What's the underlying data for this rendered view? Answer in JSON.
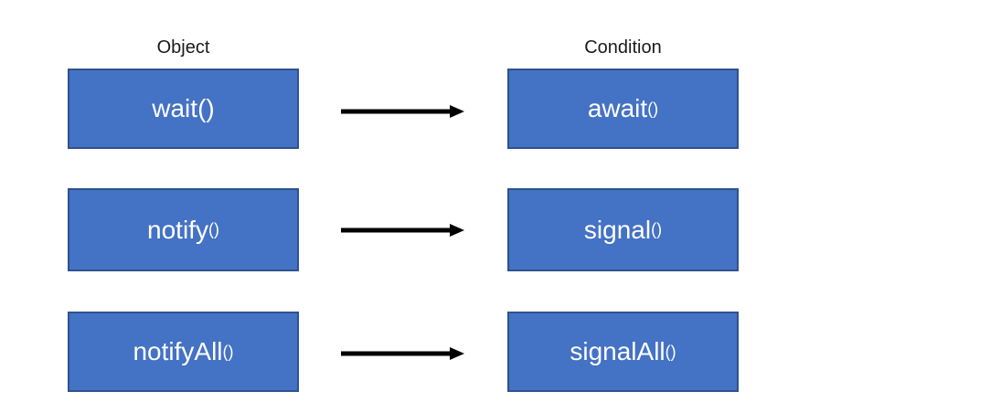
{
  "diagram": {
    "columns": {
      "left": {
        "label": "Object"
      },
      "right": {
        "label": "Condition"
      }
    },
    "rows": [
      {
        "left": {
          "name": "wait",
          "parens": "()"
        },
        "right": {
          "name": "await",
          "parens": "()"
        }
      },
      {
        "left": {
          "name": "notify",
          "parens": "()"
        },
        "right": {
          "name": "signal",
          "parens": "()"
        }
      },
      {
        "left": {
          "name": "notifyAll",
          "parens": "()"
        },
        "right": {
          "name": "signalAll",
          "parens": "()"
        }
      }
    ],
    "colors": {
      "box_fill": "#4472C4",
      "box_border": "#2F528F",
      "arrow": "#000000",
      "header_text": "#1a1a1a",
      "box_text": "#ffffff"
    }
  }
}
